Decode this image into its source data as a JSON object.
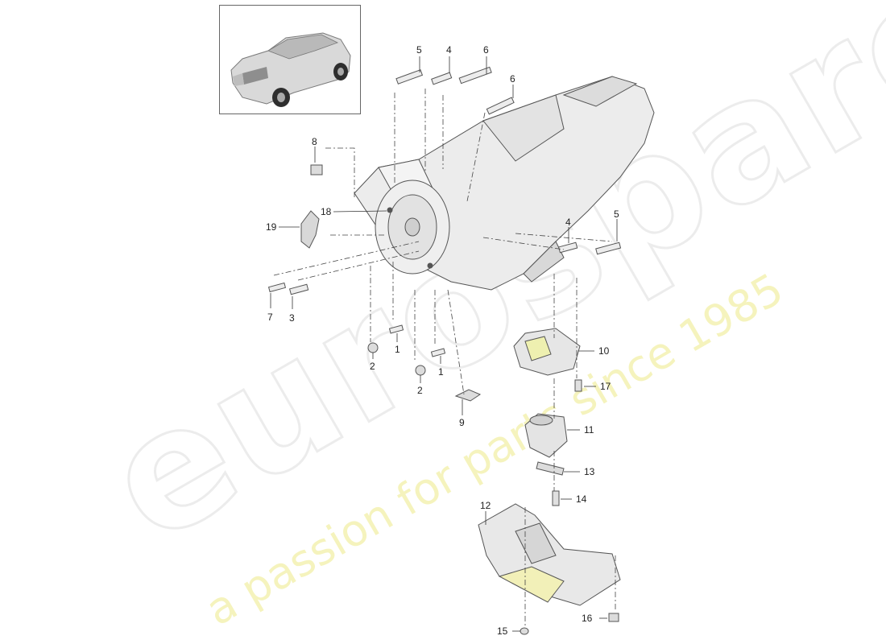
{
  "watermark": {
    "brand": "eurospares",
    "tagline": "a passion for parts since 1985"
  },
  "thumbnail": {
    "icon": "car-icon"
  },
  "callouts": [
    {
      "id": "c5a",
      "text": "5"
    },
    {
      "id": "c4a",
      "text": "4"
    },
    {
      "id": "c6a",
      "text": "6"
    },
    {
      "id": "c6b",
      "text": "6"
    },
    {
      "id": "c8",
      "text": "8"
    },
    {
      "id": "c18",
      "text": "18"
    },
    {
      "id": "c19",
      "text": "19"
    },
    {
      "id": "c4b",
      "text": "4"
    },
    {
      "id": "c5b",
      "text": "5"
    },
    {
      "id": "c7",
      "text": "7"
    },
    {
      "id": "c3",
      "text": "3"
    },
    {
      "id": "c1a",
      "text": "1"
    },
    {
      "id": "c2a",
      "text": "2"
    },
    {
      "id": "c1b",
      "text": "1"
    },
    {
      "id": "c2b",
      "text": "2"
    },
    {
      "id": "c9",
      "text": "9"
    },
    {
      "id": "c10",
      "text": "10"
    },
    {
      "id": "c17",
      "text": "17"
    },
    {
      "id": "c11",
      "text": "11"
    },
    {
      "id": "c13",
      "text": "13"
    },
    {
      "id": "c14",
      "text": "14"
    },
    {
      "id": "c12",
      "text": "12"
    },
    {
      "id": "c15",
      "text": "15"
    },
    {
      "id": "c16",
      "text": "16"
    }
  ]
}
